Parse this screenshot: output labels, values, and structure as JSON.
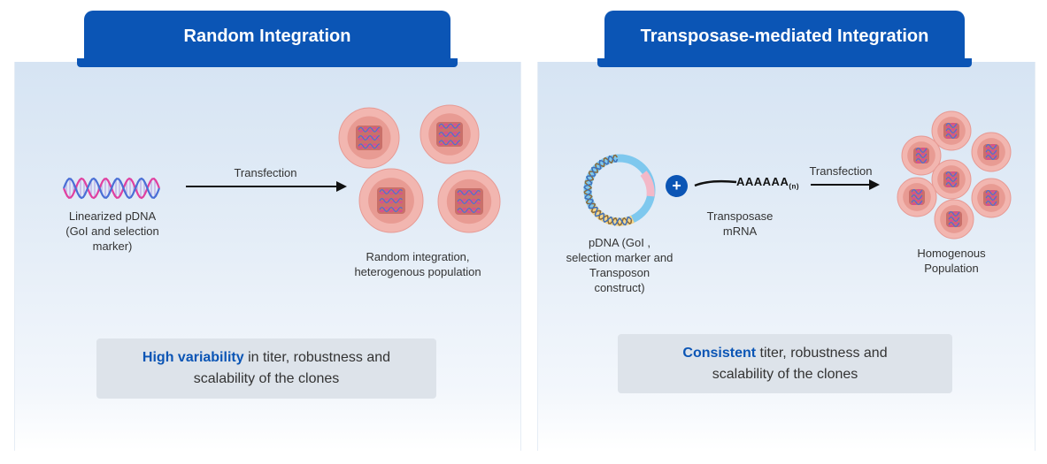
{
  "left": {
    "title": "Random Integration",
    "dna_label": [
      "Linearized pDNA",
      "(GoI and selection",
      "marker)"
    ],
    "arrow_label": "Transfection",
    "result_label": [
      "Random integration,",
      "heterogenous population"
    ],
    "summary_highlight": "High variability",
    "summary_rest_line1": " in titer, robustness and",
    "summary_line2": "scalability of the clones"
  },
  "right": {
    "title": "Transposase-mediated Integration",
    "plasmid_label": [
      "pDNA (GoI ,",
      "selection marker and",
      "Transposon",
      "construct)"
    ],
    "plus": "+",
    "mrna_text": "AAAAAA",
    "mrna_subscript": "(n)",
    "mrna_label": [
      "Transposase",
      "mRNA"
    ],
    "arrow_label": "Transfection",
    "result_label": [
      "Homogenous",
      "Population"
    ],
    "summary_highlight": "Consistent",
    "summary_rest_line1": " titer, robustness and",
    "summary_line2": "scalability of the clones"
  },
  "colors": {
    "tab_blue": "#0b55b5",
    "cell_outer": "#f2b6b0",
    "cell_inner": "#d9776f",
    "dna_pink": "#e040a0",
    "dna_blue": "#4a6fd6",
    "summary_box": "#dde3ea"
  }
}
